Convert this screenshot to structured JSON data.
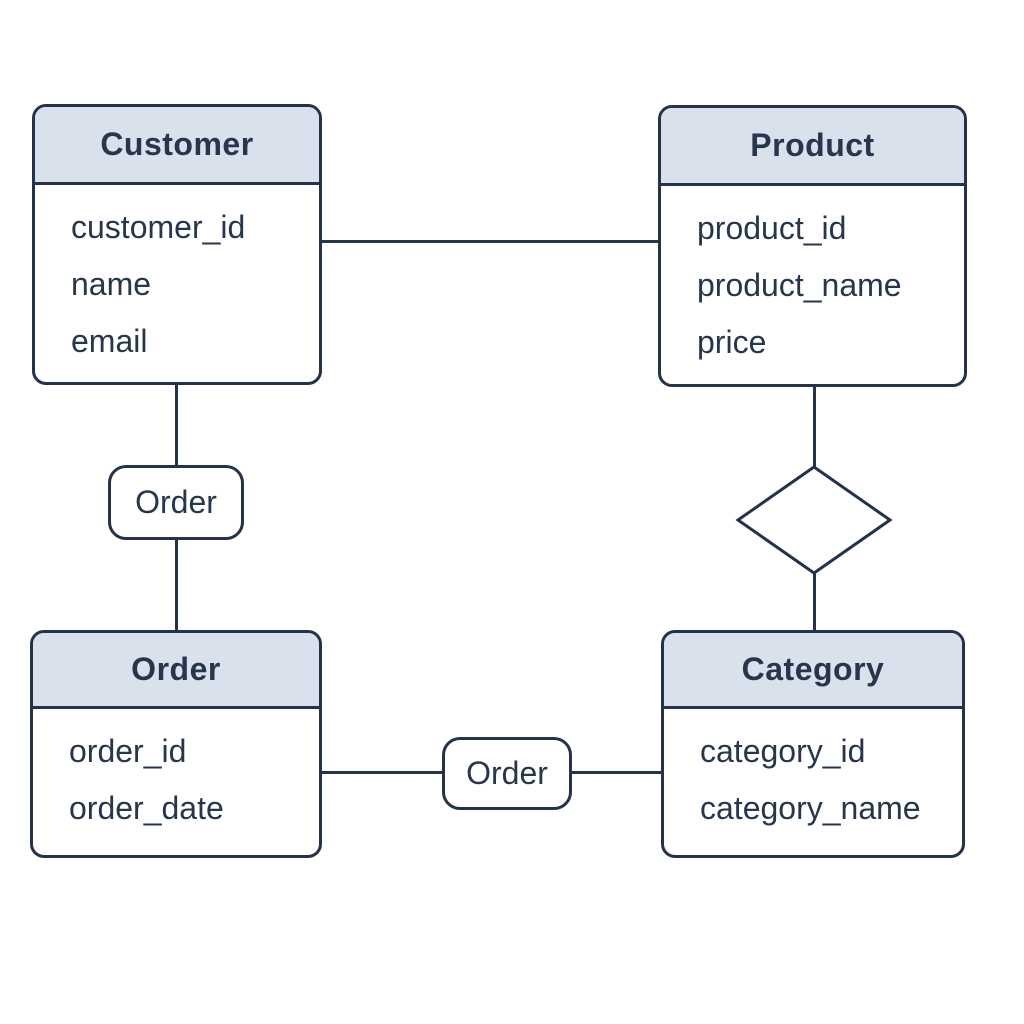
{
  "diagram": {
    "type": "er-diagram",
    "colors": {
      "stroke": "#24324a",
      "text": "#27364d",
      "entity_header_fill": "#d8e1ec",
      "entity_body_fill": "#ffffff",
      "background": "#ffffff"
    },
    "entities": [
      {
        "id": "customer",
        "title": "Customer",
        "attributes": [
          "customer_id",
          "name",
          "email"
        ]
      },
      {
        "id": "product",
        "title": "Product",
        "attributes": [
          "product_id",
          "product_name",
          "price"
        ]
      },
      {
        "id": "order",
        "title": "Order",
        "attributes": [
          "order_id",
          "order_date"
        ]
      },
      {
        "id": "category",
        "title": "Category",
        "attributes": [
          "category_id",
          "category_name"
        ]
      }
    ],
    "relationships": [
      {
        "id": "customer-order",
        "shape": "rounded-rectangle",
        "label": "Order",
        "connects": [
          "Customer",
          "Order"
        ]
      },
      {
        "id": "order-category",
        "shape": "rounded-rectangle",
        "label": "Order",
        "connects": [
          "Order",
          "Category"
        ]
      },
      {
        "id": "product-category",
        "shape": "diamond",
        "label": "",
        "connects": [
          "Product",
          "Category"
        ]
      },
      {
        "id": "customer-product",
        "shape": "line",
        "label": "",
        "connects": [
          "Customer",
          "Product"
        ]
      }
    ]
  }
}
